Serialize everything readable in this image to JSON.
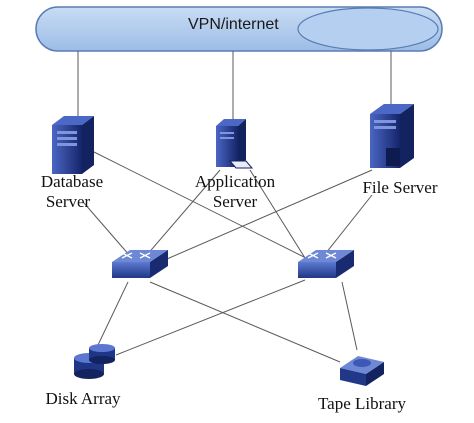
{
  "network": {
    "label": "VPN/internet"
  },
  "nodes": {
    "database_server": {
      "line1": "Database",
      "line2": "Server"
    },
    "application_server": {
      "line1": "Application",
      "line2": "Server"
    },
    "file_server": {
      "label": "File Server"
    },
    "disk_array": {
      "label": "Disk Array"
    },
    "tape_library": {
      "label": "Tape Library"
    }
  },
  "colors": {
    "cloud_fill": "#a9c6ea",
    "cloud_stroke": "#4a6fa8",
    "device_dark": "#1c2f78",
    "device_mid": "#3a56b0",
    "link": "#555555"
  }
}
